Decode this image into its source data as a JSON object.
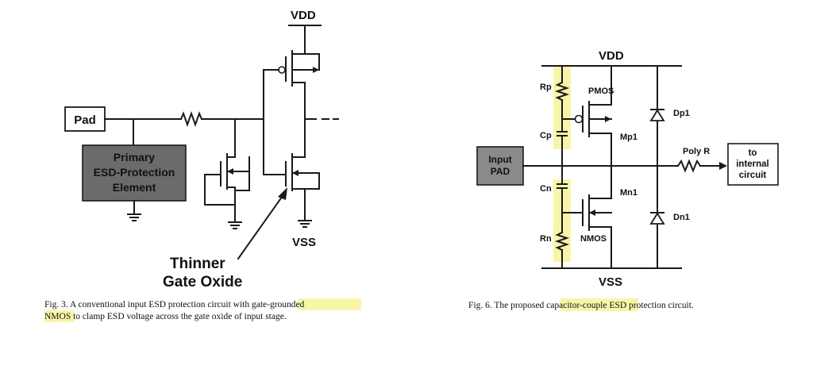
{
  "fig3": {
    "vdd": "VDD",
    "vss": "VSS",
    "pad": "Pad",
    "primary_line1": "Primary",
    "primary_line2": "ESD-Protection",
    "primary_line3": "Element",
    "annotation_line1": "Thinner",
    "annotation_line2": "Gate Oxide",
    "caption_line1_pre": "Fig. 3.  A conventional input ESD protection circuit with ",
    "caption_line1_hl": "gate-grounded",
    "caption_line2_hl": "NMOS",
    "caption_line2_post": " to clamp ESD voltage across the gate oxide of input stage."
  },
  "fig6": {
    "vdd": "VDD",
    "vss": "VSS",
    "input_pad_line1": "Input",
    "input_pad_line2": "PAD",
    "rp": "Rp",
    "cp": "Cp",
    "cn": "Cn",
    "rn": "Rn",
    "pmos": "PMOS",
    "nmos": "NMOS",
    "mp1": "Mp1",
    "mn1": "Mn1",
    "dp1": "Dp1",
    "dn1": "Dn1",
    "poly_r": "Poly R",
    "internal_line1": "to",
    "internal_line2": "internal",
    "internal_line3": "circuit",
    "caption_pre": "Fig. 6.  The proposed ",
    "caption_hl": "capacitor-couple",
    "caption_post": " ESD protection circuit."
  },
  "colors": {
    "highlight": "#f7f39a",
    "primary_fill": "#6b6b6b",
    "pad_fill": "#8a8a8a"
  }
}
